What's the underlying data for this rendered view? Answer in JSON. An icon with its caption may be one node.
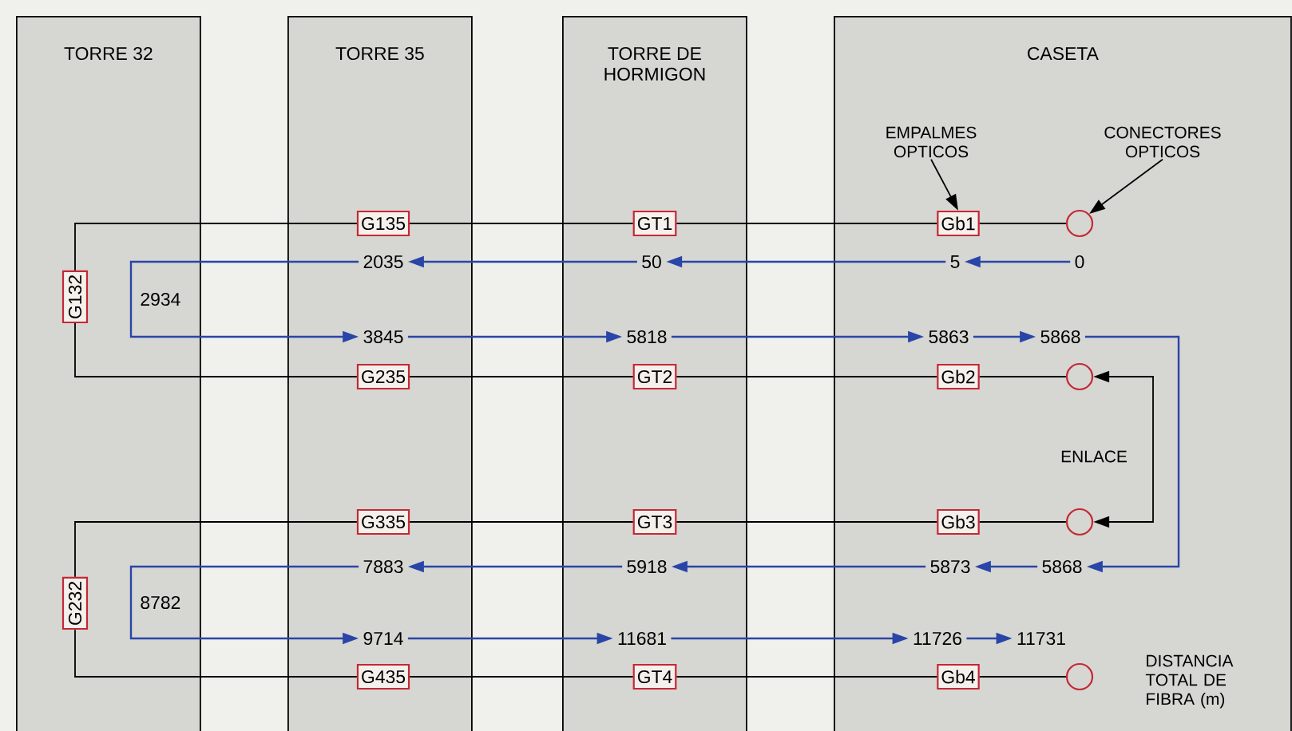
{
  "diagram": {
    "nodes": [
      {
        "text": [
          "TORRE 32"
        ]
      },
      {
        "text": [
          "TORRE 35"
        ]
      },
      {
        "text": [
          "TORRE DE HORMIGON"
        ]
      },
      {
        "text": [
          "CASETA"
        ]
      },
      {
        "text": [
          "G132"
        ],
        "in": 0
      },
      {
        "text": [
          "G135"
        ],
        "in": 1
      },
      {
        "text": [
          "GT1"
        ],
        "in": 2
      },
      {
        "text": [
          "EMPALMES OPTICOS"
        ],
        "in": 3
      },
      {
        "text": [
          "CONECTORES OPTICOS"
        ],
        "in": 3
      },
      {
        "text": [
          "Gb1"
        ],
        "in": 3
      },
      {
        "text": [],
        "shape": "circle",
        "in": 3
      },
      {
        "text": [
          "2035"
        ],
        "in": 1
      },
      {
        "text": [
          "50"
        ],
        "in": 2
      },
      {
        "text": [
          "5"
        ],
        "in": 3
      },
      {
        "text": [
          "0"
        ],
        "in": 3
      },
      {
        "text": [
          "3845"
        ],
        "in": 1
      },
      {
        "text": [
          "5818"
        ],
        "in": 2
      },
      {
        "text": [
          "5863"
        ],
        "in": 3
      },
      {
        "text": [
          "5868"
        ],
        "in": 3
      },
      {
        "text": [
          "G235"
        ],
        "in": 1
      },
      {
        "text": [
          "GT2"
        ],
        "in": 2
      },
      {
        "text": [
          "Gb2"
        ],
        "in": 3
      },
      {
        "text": [],
        "shape": "circle",
        "in": 3
      },
      {
        "text": [
          "G232"
        ],
        "in": 0
      },
      {
        "text": [
          "G335"
        ],
        "in": 1
      },
      {
        "text": [
          "GT3"
        ],
        "in": 2
      },
      {
        "text": [
          "Gb3"
        ],
        "in": 3
      },
      {
        "text": [],
        "shape": "circle",
        "in": 3
      },
      {
        "text": [
          "7883"
        ],
        "in": 1
      },
      {
        "text": [
          "5918"
        ],
        "in": 2
      },
      {
        "text": [
          "5873"
        ],
        "in": 3
      },
      {
        "text": [
          "5868"
        ],
        "in": 3
      },
      {
        "text": [
          "9714"
        ],
        "in": 1
      },
      {
        "text": [
          "11681"
        ],
        "in": 2
      },
      {
        "text": [
          "11726"
        ],
        "in": 3
      },
      {
        "text": [
          "11731"
        ],
        "in": 3
      },
      {
        "text": [
          "G435"
        ],
        "in": 1
      },
      {
        "text": [
          "GT4"
        ],
        "in": 2
      },
      {
        "text": [
          "Gb4"
        ],
        "in": 3
      },
      {
        "text": [],
        "shape": "circle",
        "in": 3
      }
    ],
    "edges": [
      {
        "from": 4,
        "to": 5,
        "arrow": "none"
      },
      {
        "from": 5,
        "to": 6,
        "arrow": "none"
      },
      {
        "from": 6,
        "to": 9,
        "arrow": "none"
      },
      {
        "from": 9,
        "to": 10,
        "arrow": "none"
      },
      {
        "from": 4,
        "to": 19,
        "arrow": "none"
      },
      {
        "from": 19,
        "to": 20,
        "arrow": "none"
      },
      {
        "from": 20,
        "to": 21,
        "arrow": "none"
      },
      {
        "from": 21,
        "to": 22,
        "arrow": "none"
      },
      {
        "from": 23,
        "to": 24,
        "arrow": "none"
      },
      {
        "from": 24,
        "to": 25,
        "arrow": "none"
      },
      {
        "from": 25,
        "to": 26,
        "arrow": "none"
      },
      {
        "from": 26,
        "to": 27,
        "arrow": "none"
      },
      {
        "from": 23,
        "to": 36,
        "arrow": "none"
      },
      {
        "from": 36,
        "to": 37,
        "arrow": "none"
      },
      {
        "from": 37,
        "to": 38,
        "arrow": "none"
      },
      {
        "from": 38,
        "to": 39,
        "arrow": "none"
      },
      {
        "from": 22,
        "to": 27,
        "arrow": "both"
      },
      {
        "from": 7,
        "to": 9,
        "arrow": "to"
      },
      {
        "from": 8,
        "to": 10,
        "arrow": "to"
      },
      {
        "from": 14,
        "to": 13,
        "arrow": "to",
        "color": "#2a45a8"
      },
      {
        "from": 13,
        "to": 12,
        "arrow": "to",
        "color": "#2a45a8"
      },
      {
        "from": 12,
        "to": 11,
        "arrow": "to",
        "color": "#2a45a8"
      },
      {
        "from": 11,
        "to": 15,
        "arrow": "to",
        "label": "2934",
        "color": "#2a45a8"
      },
      {
        "from": 15,
        "to": 16,
        "arrow": "to",
        "color": "#2a45a8"
      },
      {
        "from": 16,
        "to": 17,
        "arrow": "to",
        "color": "#2a45a8"
      },
      {
        "from": 17,
        "to": 18,
        "arrow": "to",
        "color": "#2a45a8"
      },
      {
        "from": 18,
        "to": 31,
        "arrow": "to",
        "color": "#2a45a8"
      },
      {
        "from": 31,
        "to": 30,
        "arrow": "to",
        "color": "#2a45a8"
      },
      {
        "from": 30,
        "to": 29,
        "arrow": "to",
        "color": "#2a45a8"
      },
      {
        "from": 29,
        "to": 28,
        "arrow": "to",
        "color": "#2a45a8"
      },
      {
        "from": 28,
        "to": 32,
        "arrow": "to",
        "label": "8782",
        "color": "#2a45a8"
      },
      {
        "from": 32,
        "to": 33,
        "arrow": "to",
        "color": "#2a45a8"
      },
      {
        "from": 33,
        "to": 34,
        "arrow": "to",
        "color": "#2a45a8"
      },
      {
        "from": 34,
        "to": 35,
        "arrow": "to",
        "color": "#2a45a8"
      }
    ],
    "labels": [
      "ENLACE",
      "DISTANCIA TOTAL DE FIBRA (m)"
    ]
  }
}
